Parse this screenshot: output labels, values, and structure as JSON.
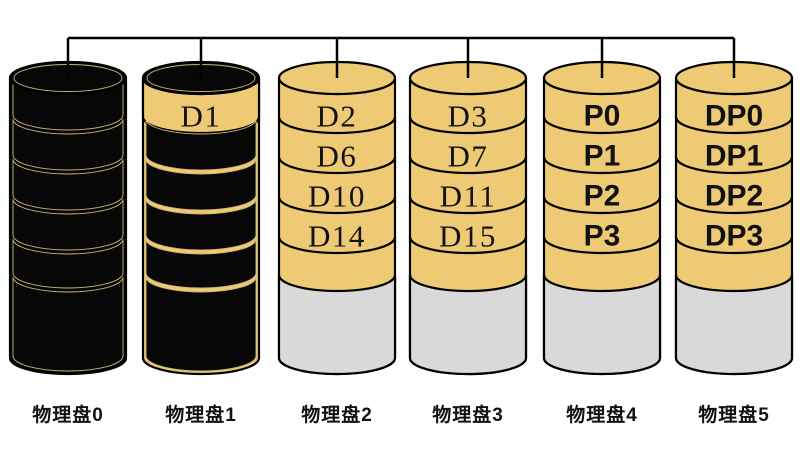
{
  "disks": [
    {
      "name": "物理盘0",
      "bands": []
    },
    {
      "name": "物理盘1",
      "bands": [
        "D1"
      ]
    },
    {
      "name": "物理盘2",
      "bands": [
        "D2",
        "D6",
        "D10",
        "D14"
      ]
    },
    {
      "name": "物理盘3",
      "bands": [
        "D3",
        "D7",
        "D11",
        "D15"
      ]
    },
    {
      "name": "物理盘4",
      "bands": [
        "P0",
        "P1",
        "P2",
        "P3"
      ]
    },
    {
      "name": "物理盘5",
      "bands": [
        "DP0",
        "DP1",
        "DP2",
        "DP3"
      ]
    }
  ],
  "colors": {
    "band_fill": "#efca74",
    "spare_fill": "#d9d9d9",
    "disk_fill": "#070707",
    "platter_line": "#c9b478",
    "outline": "#000000",
    "background": "#ffffff"
  }
}
